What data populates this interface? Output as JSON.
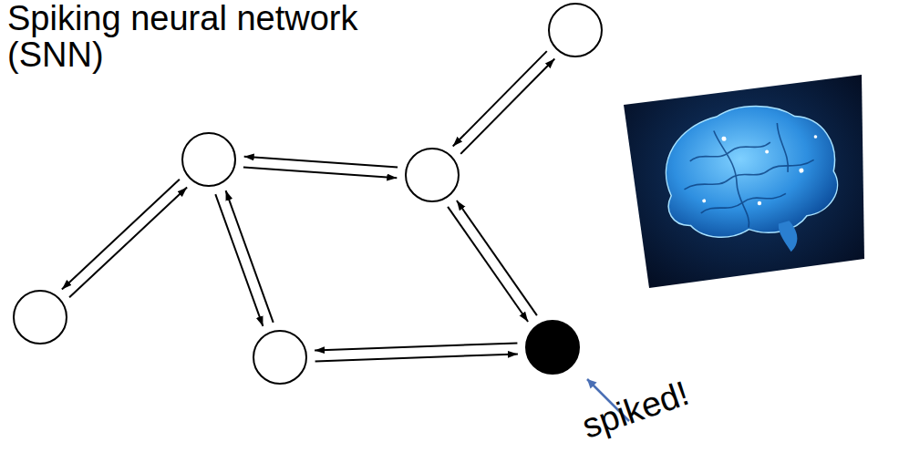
{
  "diagram": {
    "title": "Spiking neural network (SNN)",
    "nodes": [
      {
        "text": []
      },
      {
        "text": []
      },
      {
        "text": []
      },
      {
        "text": []
      },
      {
        "text": []
      },
      {
        "text": []
      }
    ],
    "edges": [
      {
        "from": 1,
        "to": 2,
        "arrow": "to"
      },
      {
        "from": 2,
        "to": 1,
        "arrow": "to"
      },
      {
        "from": 1,
        "to": 3,
        "arrow": "to"
      },
      {
        "from": 3,
        "to": 1,
        "arrow": "to"
      },
      {
        "from": 1,
        "to": 5,
        "arrow": "to"
      },
      {
        "from": 5,
        "to": 1,
        "arrow": "to"
      },
      {
        "from": 2,
        "to": 0,
        "arrow": "to"
      },
      {
        "from": 0,
        "to": 2,
        "arrow": "to"
      },
      {
        "from": 2,
        "to": 4,
        "arrow": "to"
      },
      {
        "from": 4,
        "to": 2,
        "arrow": "to"
      },
      {
        "from": 5,
        "to": 4,
        "arrow": "to"
      },
      {
        "from": 4,
        "to": 5,
        "arrow": "to"
      }
    ],
    "labels": [
      "spiked!"
    ]
  }
}
